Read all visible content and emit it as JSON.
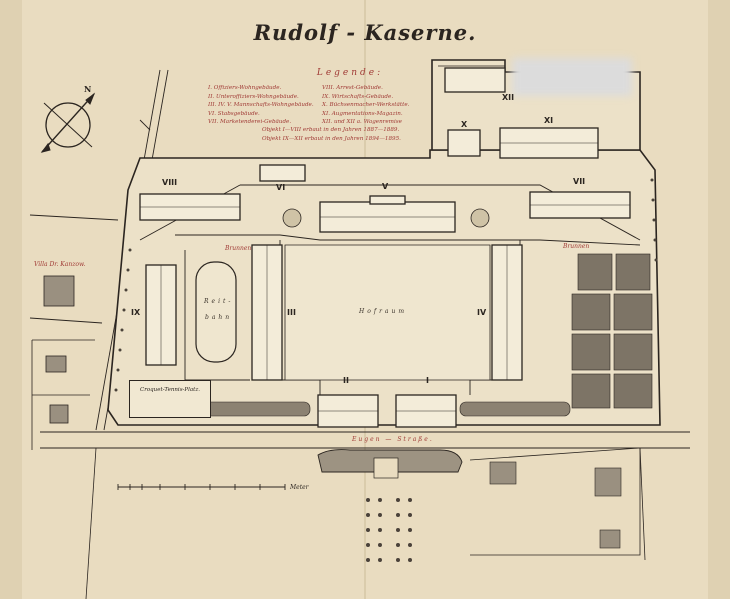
{
  "title": "Rudolf - Kaserne.",
  "legend": {
    "heading": "Legende:",
    "left": [
      "I. Offiziers-Wohngebäude.",
      "II. Unteroffiziers-Wohngebäude.",
      "III. IV. V. Mannschafts-Wohngebäude.",
      "VI. Stabsgebäude.",
      "VII. Marketenderei-Gebäude."
    ],
    "right": [
      "VIII. Arrest-Gebäude.",
      "IX. Wirtschafts-Gebäude.",
      "X. Büchsenmacher-Werkstätte.",
      "XI. Augmentations-Magazin.",
      "XII. und XII a. Wagenremise"
    ],
    "note1": "Objekt I—VIII erbaut in den Jahren 1887—1889.",
    "note2": "Objekt IX—XII erbaut in den Jahren 1894—1895."
  },
  "labels": {
    "villa": "Villa Dr. Kanzow.",
    "brunnen_left": "Brunnen",
    "brunnen_right": "Brunnen",
    "reitbahn_top": "Reit-",
    "reitbahn_bottom": "bahn",
    "hofraum": "Hofraum",
    "tennis": "Croquet-Tennis-Platz.",
    "strasse": "Eugen — Straße.",
    "meter": "Meter"
  },
  "building_numbers": {
    "n1": "I",
    "n2": "II",
    "n3": "III",
    "n4": "IV",
    "n5": "V",
    "n6": "VI",
    "n7": "VII",
    "n8": "VIII",
    "n9": "IX",
    "n10": "X",
    "n11": "XI",
    "n12": "XII"
  },
  "compass": {
    "north": "N"
  },
  "colors": {
    "paper": "#e9dcc0",
    "ink": "#2b2520",
    "red": "#a03a35"
  }
}
